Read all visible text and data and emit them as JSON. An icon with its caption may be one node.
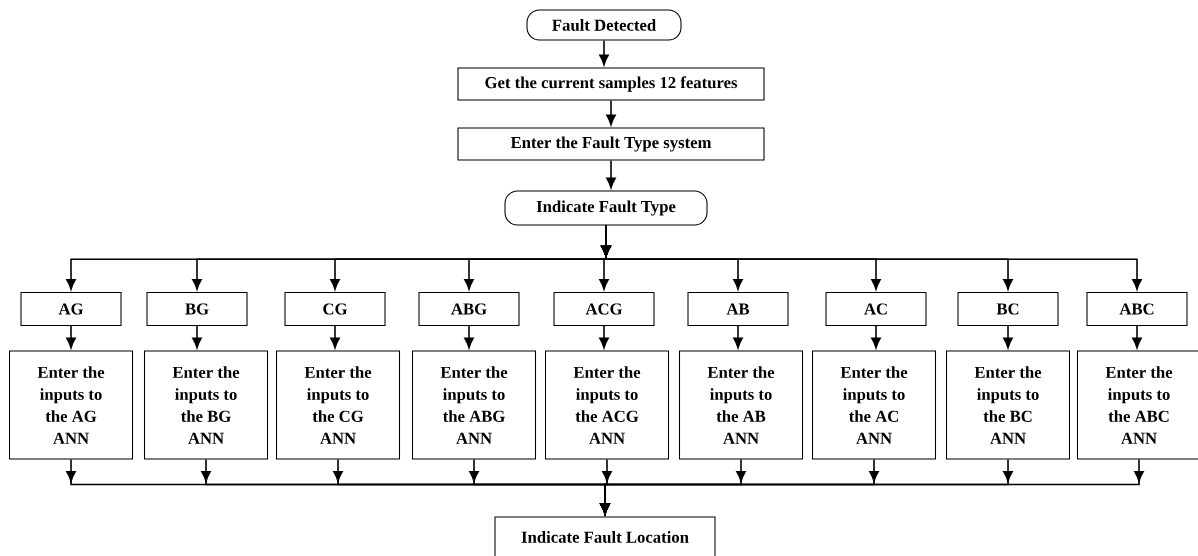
{
  "diagram": {
    "nodes": [
      {
        "text": [
          "Fault Detected"
        ]
      },
      {
        "text": [
          "Get the current samples 12 features"
        ]
      },
      {
        "text": [
          "Enter the Fault Type system"
        ]
      },
      {
        "text": [
          "Indicate Fault Type"
        ]
      },
      {
        "text": [
          "AG"
        ]
      },
      {
        "text": [
          "BG"
        ]
      },
      {
        "text": [
          "CG"
        ]
      },
      {
        "text": [
          "ABG"
        ]
      },
      {
        "text": [
          "ACG"
        ]
      },
      {
        "text": [
          "AB"
        ]
      },
      {
        "text": [
          "AC"
        ]
      },
      {
        "text": [
          "BC"
        ]
      },
      {
        "text": [
          "ABC"
        ]
      },
      {
        "text": [
          "Enter the inputs to the AG ANN"
        ]
      },
      {
        "text": [
          "Enter the inputs to the BG ANN"
        ]
      },
      {
        "text": [
          "Enter the inputs to the CG ANN"
        ]
      },
      {
        "text": [
          "Enter the inputs to the ABG ANN"
        ]
      },
      {
        "text": [
          "Enter the inputs to the ACG ANN"
        ]
      },
      {
        "text": [
          "Enter the inputs to the AB ANN"
        ]
      },
      {
        "text": [
          "Enter the inputs to the AC ANN"
        ]
      },
      {
        "text": [
          "Enter the inputs to the BC ANN"
        ]
      },
      {
        "text": [
          "Enter the inputs to the ABC ANN"
        ]
      },
      {
        "text": [
          "Indicate Fault Location"
        ]
      }
    ],
    "edges": [
      {
        "from": 0,
        "to": 1,
        "arrow": "to"
      },
      {
        "from": 1,
        "to": 2,
        "arrow": "to"
      },
      {
        "from": 2,
        "to": 3,
        "arrow": "to"
      },
      {
        "from": 3,
        "to": 4,
        "arrow": "to"
      },
      {
        "from": 3,
        "to": 5,
        "arrow": "to"
      },
      {
        "from": 3,
        "to": 6,
        "arrow": "to"
      },
      {
        "from": 3,
        "to": 7,
        "arrow": "to"
      },
      {
        "from": 3,
        "to": 8,
        "arrow": "to"
      },
      {
        "from": 3,
        "to": 9,
        "arrow": "to"
      },
      {
        "from": 3,
        "to": 10,
        "arrow": "to"
      },
      {
        "from": 3,
        "to": 11,
        "arrow": "to"
      },
      {
        "from": 3,
        "to": 12,
        "arrow": "to"
      },
      {
        "from": 4,
        "to": 13,
        "arrow": "to"
      },
      {
        "from": 5,
        "to": 14,
        "arrow": "to"
      },
      {
        "from": 6,
        "to": 15,
        "arrow": "to"
      },
      {
        "from": 7,
        "to": 16,
        "arrow": "to"
      },
      {
        "from": 8,
        "to": 17,
        "arrow": "to"
      },
      {
        "from": 9,
        "to": 18,
        "arrow": "to"
      },
      {
        "from": 10,
        "to": 19,
        "arrow": "to"
      },
      {
        "from": 11,
        "to": 20,
        "arrow": "to"
      },
      {
        "from": 12,
        "to": 21,
        "arrow": "to"
      },
      {
        "from": 13,
        "to": 22,
        "arrow": "to"
      },
      {
        "from": 14,
        "to": 22,
        "arrow": "to"
      },
      {
        "from": 15,
        "to": 22,
        "arrow": "to"
      },
      {
        "from": 16,
        "to": 22,
        "arrow": "to"
      },
      {
        "from": 17,
        "to": 22,
        "arrow": "to"
      },
      {
        "from": 18,
        "to": 22,
        "arrow": "to"
      },
      {
        "from": 19,
        "to": 22,
        "arrow": "to"
      },
      {
        "from": 20,
        "to": 22,
        "arrow": "to"
      },
      {
        "from": 21,
        "to": 22,
        "arrow": "to"
      }
    ]
  }
}
